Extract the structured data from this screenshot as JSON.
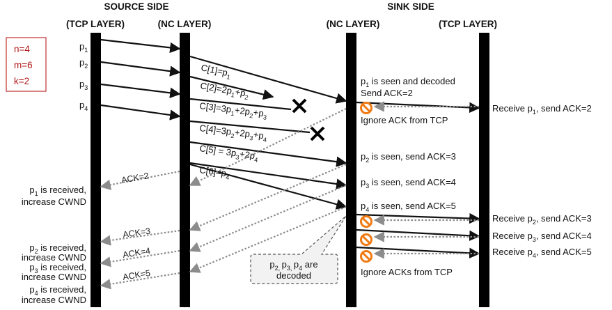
{
  "headers": {
    "source_side": "SOURCE SIDE",
    "sink_side": "SINK SIDE",
    "src_tcp": "(TCP LAYER)",
    "src_nc": "(NC LAYER)",
    "sink_nc": "(NC LAYER)",
    "sink_tcp": "(TCP LAYER)"
  },
  "params": {
    "n": "n=4",
    "m": "m=6",
    "k": "k=2"
  },
  "packets": [
    {
      "base": "p",
      "sub": "1"
    },
    {
      "base": "p",
      "sub": "2"
    },
    {
      "base": "p",
      "sub": "3"
    },
    {
      "base": "p",
      "sub": "4"
    }
  ],
  "coded": [
    {
      "parts": [
        [
          "C[1]=p",
          ""
        ],
        [
          "1",
          "sub"
        ]
      ]
    },
    {
      "parts": [
        [
          "C[2]=2p",
          ""
        ],
        [
          "1",
          "sub"
        ],
        [
          "+p",
          ""
        ],
        [
          "2",
          "sub"
        ]
      ]
    },
    {
      "parts": [
        [
          "C[3]=3p",
          ""
        ],
        [
          "1",
          "sub"
        ],
        [
          "+2p",
          ""
        ],
        [
          "2",
          "sub"
        ],
        [
          "+p",
          ""
        ],
        [
          "3",
          "sub"
        ]
      ]
    },
    {
      "parts": [
        [
          "C[4]=3p",
          ""
        ],
        [
          "2",
          "sub"
        ],
        [
          "+2p",
          ""
        ],
        [
          "3",
          "sub"
        ],
        [
          "+p",
          ""
        ],
        [
          "4",
          "sub"
        ]
      ]
    },
    {
      "parts": [
        [
          "C[5] = 3p",
          ""
        ],
        [
          "3",
          "sub"
        ],
        [
          "+2p",
          ""
        ],
        [
          "4",
          "sub"
        ]
      ]
    },
    {
      "parts": [
        [
          "C[6]",
          ""
        ],
        [
          "=",
          ""
        ],
        [
          "p",
          ""
        ],
        [
          "4",
          "sub"
        ]
      ]
    }
  ],
  "sink_nc_labels": {
    "seen_decoded": [
      [
        "p",
        ""
      ],
      [
        "1",
        "sub"
      ],
      [
        " is seen and decoded",
        ""
      ]
    ],
    "send_ack2": "Send ACK=2",
    "ignore_ack": "Ignore ACK from TCP",
    "seen2": [
      [
        "p",
        ""
      ],
      [
        "2",
        "sub"
      ],
      [
        " is seen, send ACK=3",
        ""
      ]
    ],
    "seen3": [
      [
        "p",
        ""
      ],
      [
        "3",
        "sub"
      ],
      [
        " is seen, send ACK=4",
        ""
      ]
    ],
    "seen4": [
      [
        "p",
        ""
      ],
      [
        "4",
        "sub"
      ],
      [
        " is seen, send ACK=5",
        ""
      ]
    ],
    "ignore_acks": "Ignore ACKs from TCP"
  },
  "sink_tcp_labels": {
    "recv1": [
      [
        "Receive p",
        ""
      ],
      [
        "1",
        "sub"
      ],
      [
        ", send ACK=2",
        ""
      ]
    ],
    "recv2": [
      [
        "Receive p",
        ""
      ],
      [
        "2",
        "sub"
      ],
      [
        ", send ACK=3",
        ""
      ]
    ],
    "recv3": [
      [
        "Receive p",
        ""
      ],
      [
        "3",
        "sub"
      ],
      [
        ", send ACK=4",
        ""
      ]
    ],
    "recv4": [
      [
        "Receive p",
        ""
      ],
      [
        "4",
        "sub"
      ],
      [
        ", send ACK=5",
        ""
      ]
    ]
  },
  "ack_labels": {
    "a2": "ACK=2",
    "a3": "ACK=3",
    "a4": "ACK=4",
    "a5": "ACK=5"
  },
  "source_labels": {
    "r1": [
      [
        "p",
        ""
      ],
      [
        "1",
        "sub"
      ],
      [
        " is received,",
        ""
      ]
    ],
    "r2": [
      [
        "p",
        ""
      ],
      [
        "2",
        "sub"
      ],
      [
        " is received,",
        ""
      ]
    ],
    "r3": [
      [
        "p",
        ""
      ],
      [
        "3",
        "sub"
      ],
      [
        " is received,",
        ""
      ]
    ],
    "r4": [
      [
        "p",
        ""
      ],
      [
        "4",
        "sub"
      ],
      [
        " is received,",
        ""
      ]
    ],
    "cwnd": "increase CWND"
  },
  "callout": {
    "line1": [
      [
        "p",
        ""
      ],
      [
        "2, ",
        "sub"
      ],
      [
        "p",
        ""
      ],
      [
        "3, ",
        "sub"
      ],
      [
        "p",
        ""
      ],
      [
        "4",
        "sub"
      ],
      [
        " are",
        ""
      ]
    ],
    "line2": "decoded"
  },
  "colors": {
    "params_border": "#c03030",
    "params_text": "#b01818",
    "dotted": "#8c8c8c",
    "ignore": "#f07a12"
  }
}
